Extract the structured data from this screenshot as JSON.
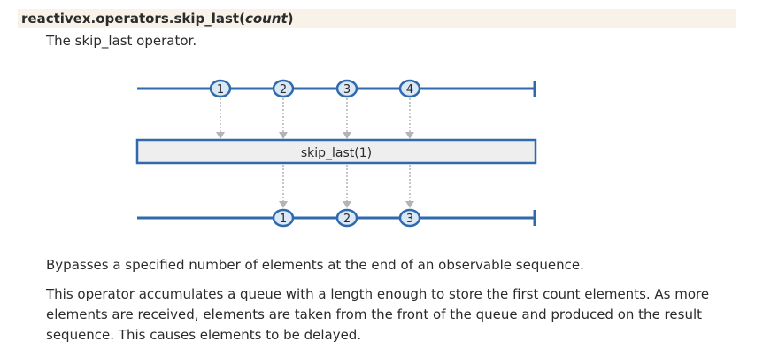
{
  "signature": {
    "path": "reactivex.operators.skip_last(",
    "param": "count",
    "close": ")"
  },
  "summary": "The skip_last operator.",
  "diagram": {
    "operator_label": "skip_last(1)",
    "input_items": [
      "1",
      "2",
      "3",
      "4"
    ],
    "output_items": [
      "1",
      "2",
      "3"
    ],
    "colors": {
      "line": "#2f6aad",
      "marble_fill": "#dbe8f5",
      "arrow": "#b4b4b4",
      "box_fill": "#eeeeee"
    }
  },
  "description": {
    "p1": "Bypasses a specified number of elements at the end of an observable sequence.",
    "p2": "This operator accumulates a queue with a length enough to store the first count elements. As more elements are received, elements are taken from the front of the queue and produced on the result sequence. This causes elements to be delayed."
  }
}
